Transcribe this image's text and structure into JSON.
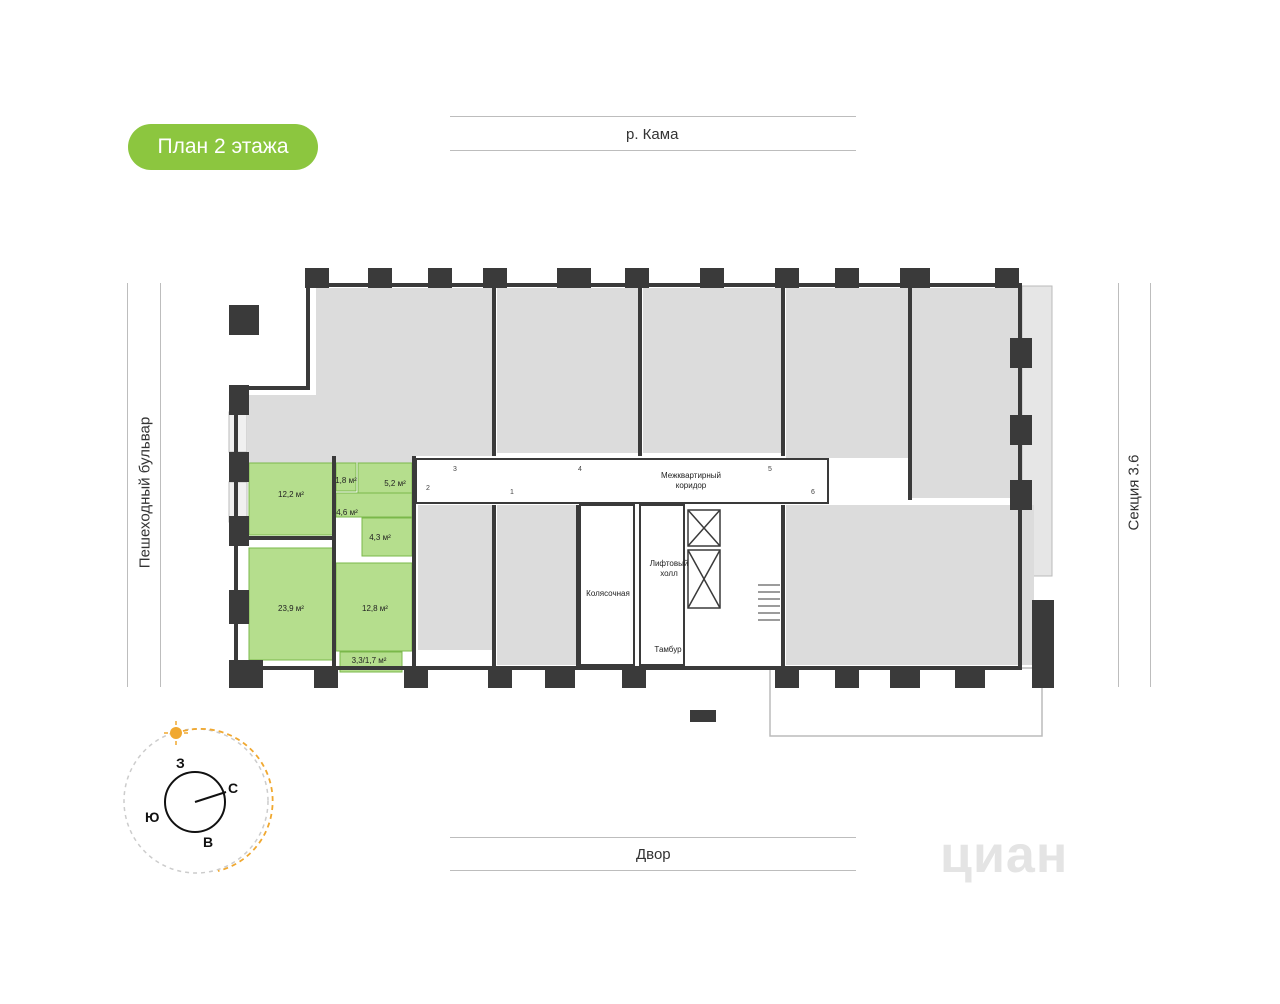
{
  "title": "План 2 этажа",
  "streets": {
    "top": "р. Кама",
    "bottom": "Двор",
    "left": "Пешеходный бульвар",
    "right": "Секция 3.6"
  },
  "rooms": {
    "r1": "12,2 м²",
    "r2": "1,8 м²",
    "r3": "5,2 м²",
    "r4": "4,6 м²",
    "r5": "4,3 м²",
    "r6": "23,9 м²",
    "r7": "12,8 м²",
    "r8": "3,3/1,7 м²"
  },
  "common": {
    "corridor_line1": "Межквартирный",
    "corridor_line2": "коридор",
    "lift_line1": "Лифтовый",
    "lift_line2": "холл",
    "stroller": "Колясочная",
    "vestibule": "Тамбур"
  },
  "doors": [
    "3",
    "4",
    "5",
    "2",
    "1",
    "6"
  ],
  "compass": {
    "n": "С",
    "s": "Ю",
    "w": "З",
    "e": "В"
  },
  "watermark": "циан",
  "colors": {
    "accent": "#8cc63f",
    "selected_unit": "#b5de8d",
    "unit": "#dcdcdc",
    "wall": "#3a3a3a",
    "sun_path": "#f0a830"
  }
}
